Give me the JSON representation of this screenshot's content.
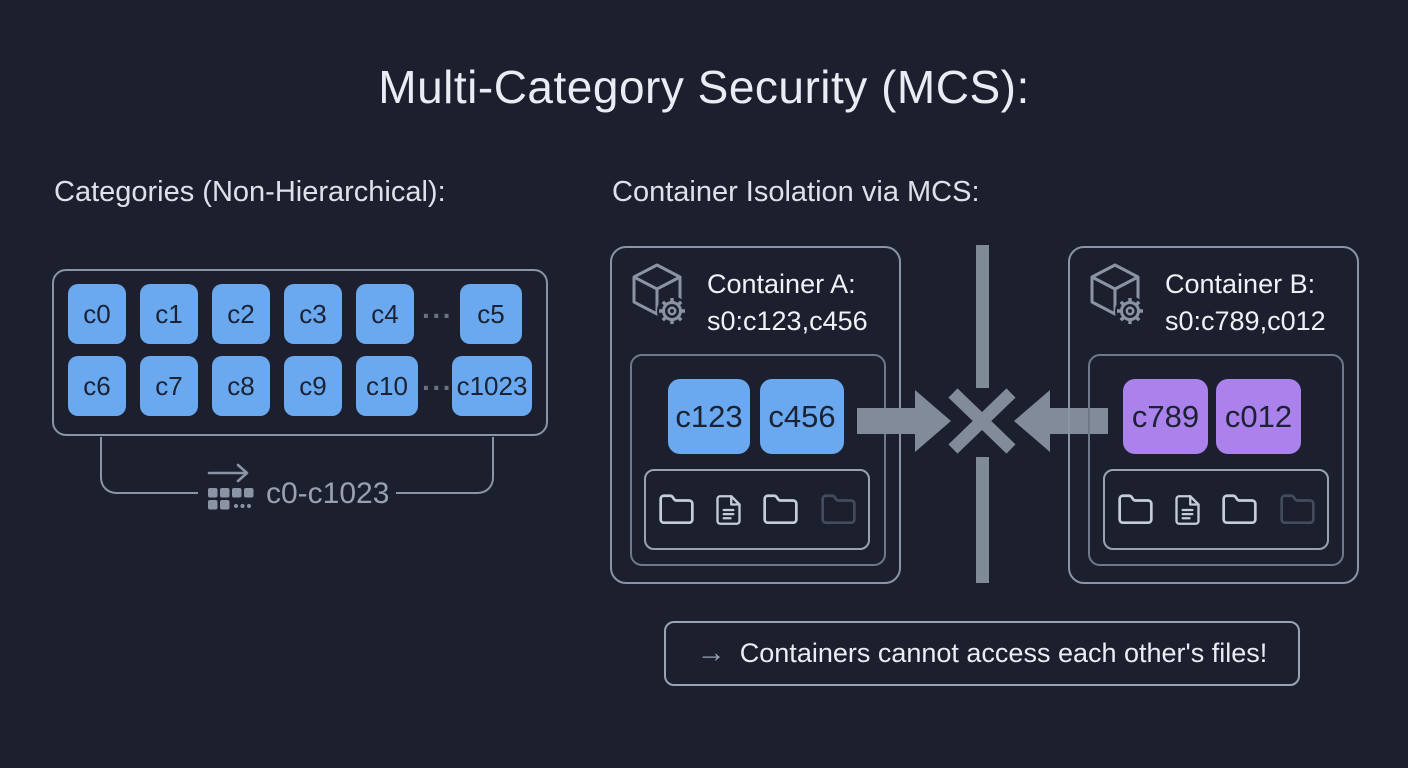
{
  "title": "Multi-Category Security (MCS):",
  "categories_panel": {
    "heading": "Categories (Non-Hierarchical):",
    "row1": [
      "c0",
      "c1",
      "c2",
      "c3",
      "c4"
    ],
    "row1_last": "c5",
    "row2": [
      "c6",
      "c7",
      "c8",
      "c9",
      "c10"
    ],
    "row2_last": "c1023",
    "ellipsis": "···",
    "range_label": "c0-c1023"
  },
  "isolation_panel": {
    "heading": "Container Isolation via MCS:",
    "container_a": {
      "title": "Container A:",
      "context": "s0:c123,c456",
      "categories": [
        "c123",
        "c456"
      ]
    },
    "container_b": {
      "title": "Container B:",
      "context": "s0:c789,c012",
      "categories": [
        "c789",
        "c012"
      ]
    },
    "note_arrow": "→",
    "note_text": "Containers cannot access each other's files!"
  },
  "colors": {
    "background": "#1c202e",
    "text_primary": "#e9ecf2",
    "text_secondary": "#98a1b1",
    "line_gray": "#8b94a4",
    "category_blue": "#6aa8ef",
    "category_purple": "#ab81ec",
    "chip_text": "#1b2232",
    "divider_gray": "#808996",
    "icon_light": "#c6ccd8",
    "icon_dim": "#434b5c"
  }
}
